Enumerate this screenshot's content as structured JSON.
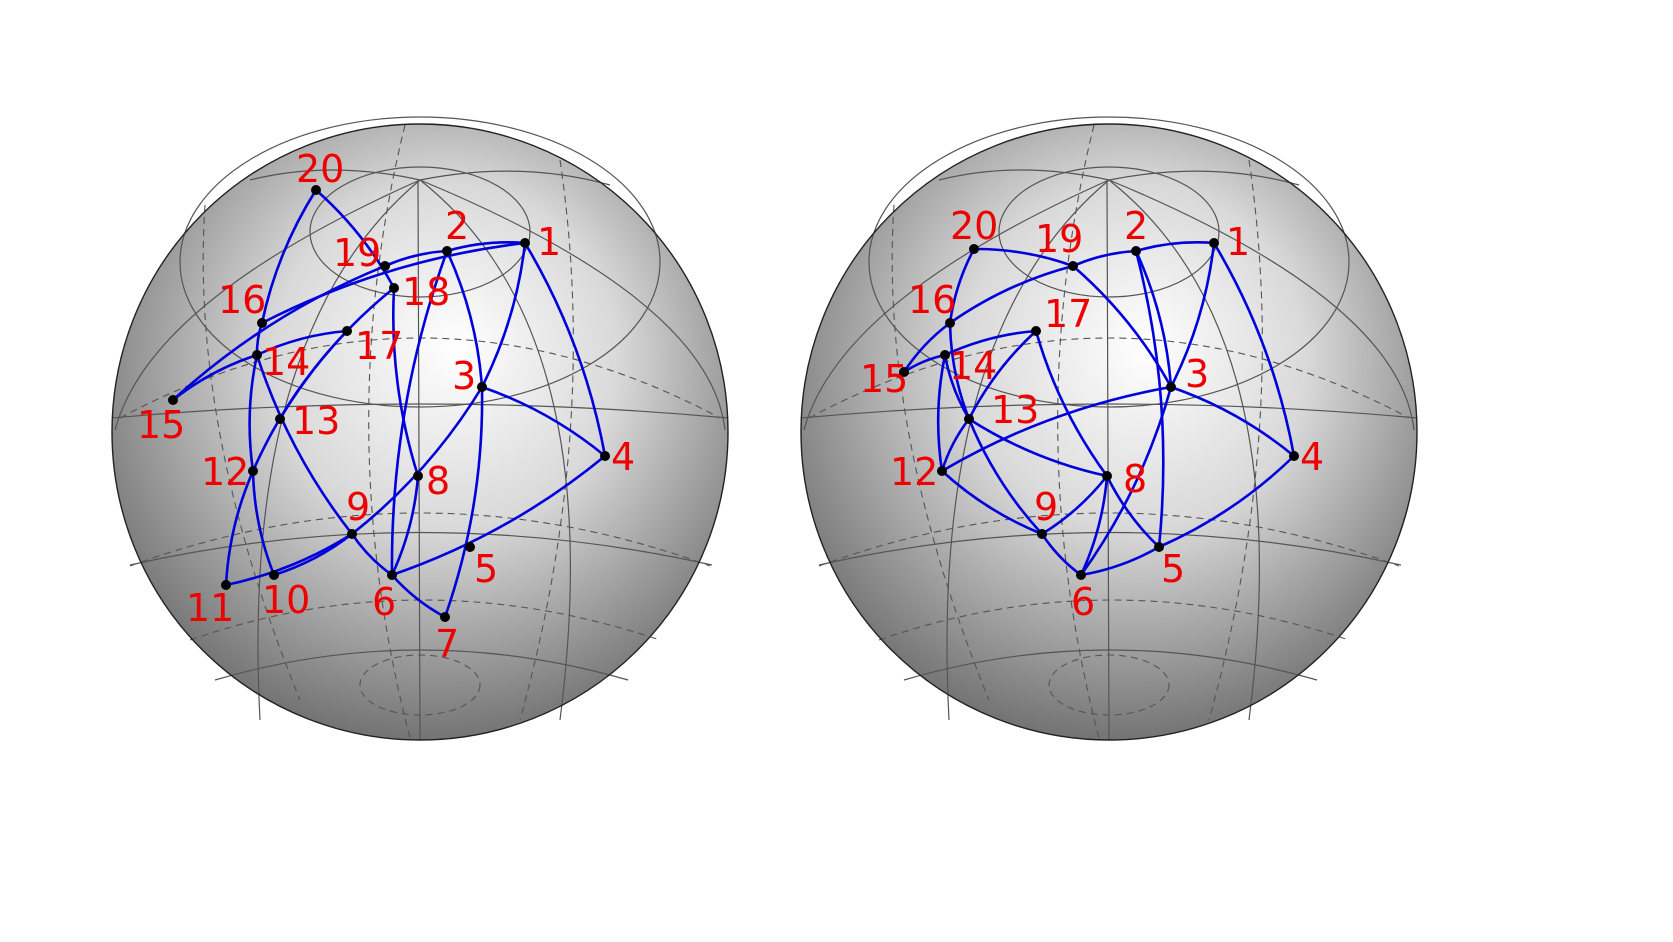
{
  "colors": {
    "edge": "#0000dd",
    "label": "#ee0000",
    "vertex": "#000000",
    "sphere_light": "#ffffff",
    "sphere_dark": "#6e6e6e"
  },
  "spheres": [
    {
      "vertices": [
        {
          "id": "1",
          "label": "1"
        },
        {
          "id": "2",
          "label": "2"
        },
        {
          "id": "3",
          "label": "3"
        },
        {
          "id": "4",
          "label": "4"
        },
        {
          "id": "5",
          "label": "5"
        },
        {
          "id": "6",
          "label": "6"
        },
        {
          "id": "7",
          "label": "7"
        },
        {
          "id": "8",
          "label": "8"
        },
        {
          "id": "9",
          "label": "9"
        },
        {
          "id": "10",
          "label": "10"
        },
        {
          "id": "11",
          "label": "11"
        },
        {
          "id": "12",
          "label": "12"
        },
        {
          "id": "13",
          "label": "13"
        },
        {
          "id": "14",
          "label": "14"
        },
        {
          "id": "15",
          "label": "15"
        },
        {
          "id": "16",
          "label": "16"
        },
        {
          "id": "17",
          "label": "17"
        },
        {
          "id": "18",
          "label": "18"
        },
        {
          "id": "19",
          "label": "19"
        },
        {
          "id": "20",
          "label": "20"
        }
      ],
      "edges": [
        [
          "1",
          "2"
        ],
        [
          "1",
          "3"
        ],
        [
          "1",
          "4"
        ],
        [
          "2",
          "3"
        ],
        [
          "2",
          "19"
        ],
        [
          "2",
          "6"
        ],
        [
          "3",
          "4"
        ],
        [
          "3",
          "9"
        ],
        [
          "3",
          "7"
        ],
        [
          "4",
          "6"
        ],
        [
          "8",
          "18"
        ],
        [
          "8",
          "6"
        ],
        [
          "9",
          "6"
        ],
        [
          "6",
          "7"
        ],
        [
          "9",
          "10"
        ],
        [
          "10",
          "12"
        ],
        [
          "11",
          "12"
        ],
        [
          "11",
          "9"
        ],
        [
          "12",
          "14"
        ],
        [
          "12",
          "17"
        ],
        [
          "14",
          "15"
        ],
        [
          "14",
          "17"
        ],
        [
          "14",
          "16"
        ],
        [
          "14",
          "9"
        ],
        [
          "15",
          "19"
        ],
        [
          "16",
          "20"
        ],
        [
          "20",
          "18"
        ],
        [
          "18",
          "13"
        ],
        [
          "16",
          "1"
        ]
      ]
    },
    {
      "vertices": [
        {
          "id": "1",
          "label": "1"
        },
        {
          "id": "2",
          "label": "2"
        },
        {
          "id": "3",
          "label": "3"
        },
        {
          "id": "4",
          "label": "4"
        },
        {
          "id": "5",
          "label": "5"
        },
        {
          "id": "6",
          "label": "6"
        },
        {
          "id": "8",
          "label": "8"
        },
        {
          "id": "9",
          "label": "9"
        },
        {
          "id": "12",
          "label": "12"
        },
        {
          "id": "13",
          "label": "13"
        },
        {
          "id": "14",
          "label": "14"
        },
        {
          "id": "15",
          "label": "15"
        },
        {
          "id": "16",
          "label": "16"
        },
        {
          "id": "17",
          "label": "17"
        },
        {
          "id": "19",
          "label": "19"
        },
        {
          "id": "20",
          "label": "20"
        }
      ],
      "edges": [
        [
          "1",
          "2"
        ],
        [
          "1",
          "3"
        ],
        [
          "1",
          "4"
        ],
        [
          "2",
          "19"
        ],
        [
          "2",
          "3"
        ],
        [
          "2",
          "5"
        ],
        [
          "3",
          "4"
        ],
        [
          "3",
          "6"
        ],
        [
          "3",
          "19"
        ],
        [
          "3",
          "12"
        ],
        [
          "4",
          "5"
        ],
        [
          "5",
          "6"
        ],
        [
          "5",
          "8"
        ],
        [
          "6",
          "9"
        ],
        [
          "6",
          "8"
        ],
        [
          "8",
          "17"
        ],
        [
          "8",
          "13"
        ],
        [
          "8",
          "9"
        ],
        [
          "9",
          "13"
        ],
        [
          "9",
          "12"
        ],
        [
          "12",
          "14"
        ],
        [
          "12",
          "13"
        ],
        [
          "13",
          "16"
        ],
        [
          "13",
          "17"
        ],
        [
          "14",
          "17"
        ],
        [
          "14",
          "15"
        ],
        [
          "15",
          "16"
        ],
        [
          "16",
          "20"
        ],
        [
          "16",
          "19"
        ],
        [
          "19",
          "20"
        ],
        [
          "13",
          "14"
        ]
      ]
    }
  ]
}
